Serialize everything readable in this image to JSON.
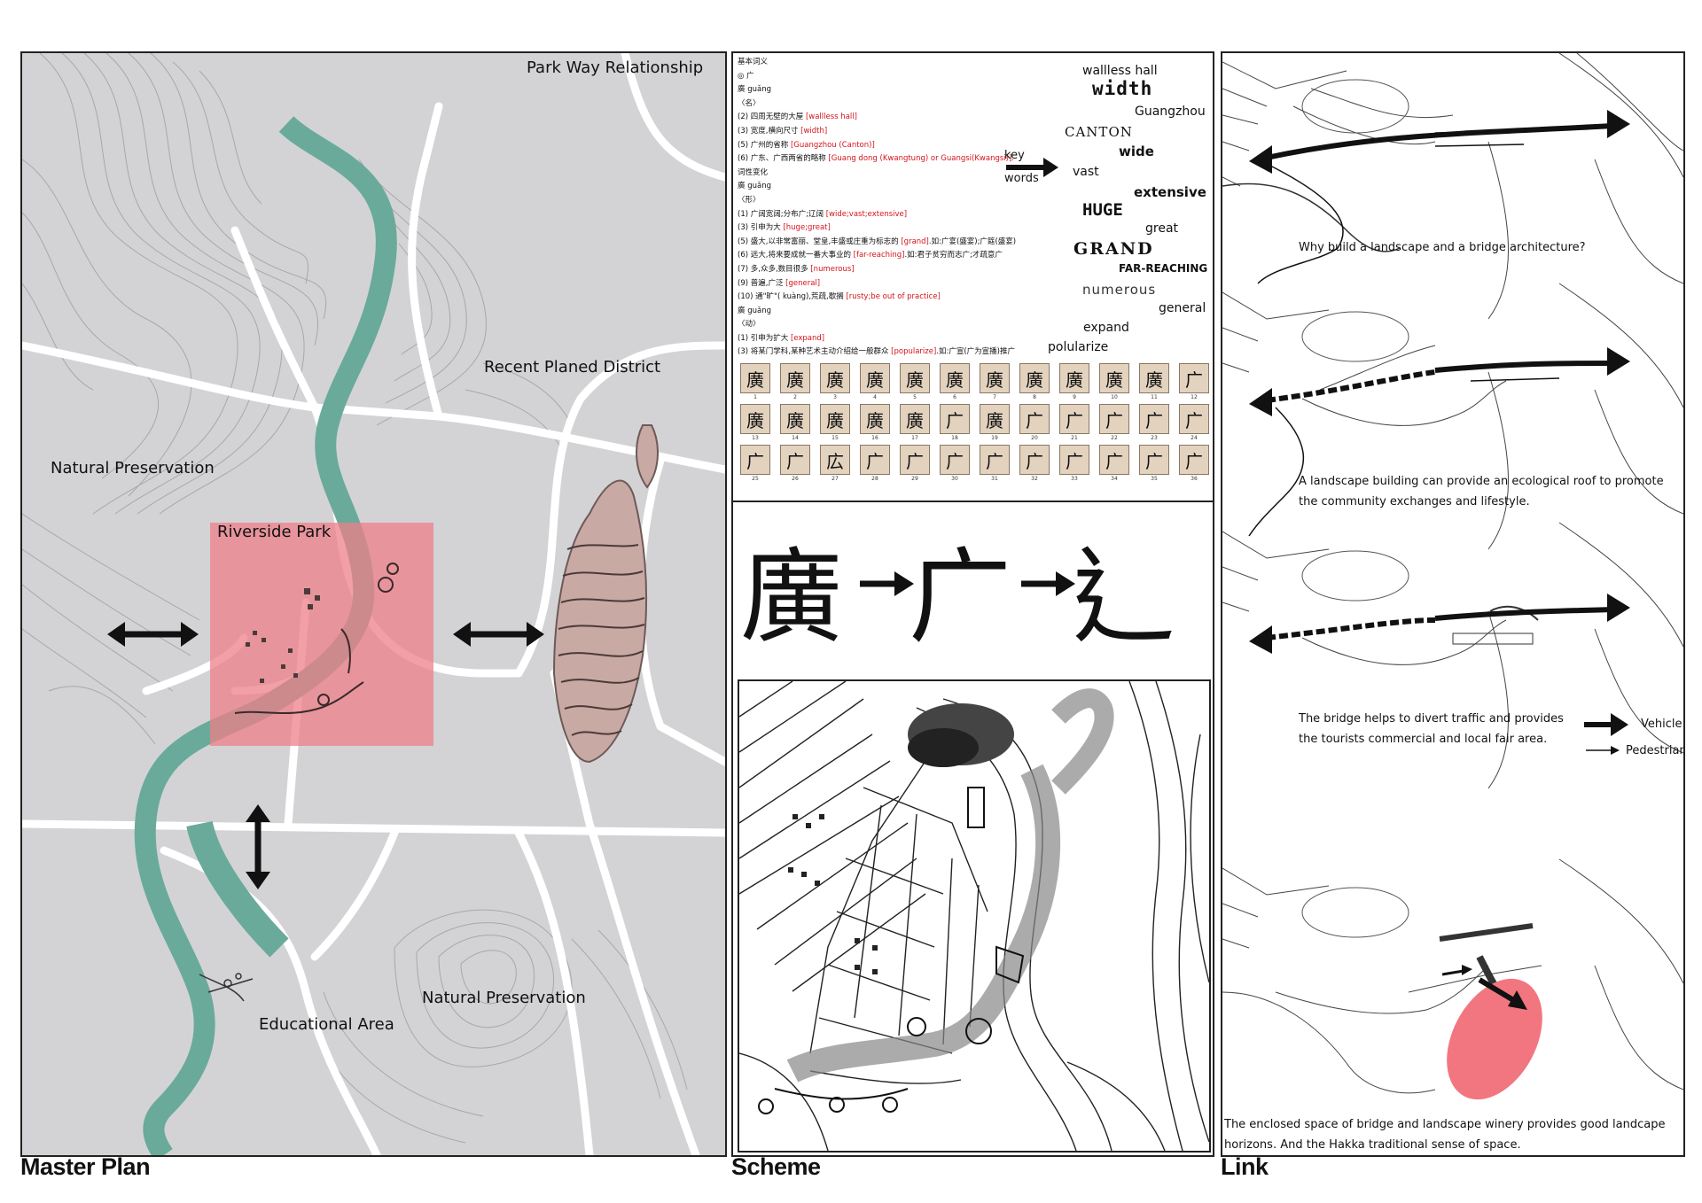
{
  "master_plan": {
    "caption": "Master Plan",
    "title": "Park Way Relationship",
    "labels": {
      "recent": "Recent Planed District",
      "natural_left": "Natural Preservation",
      "riverside": "Riverside Park",
      "educational": "Educational Area",
      "natural_bottom": "Natural Preservation"
    },
    "colors": {
      "river": "#6aaa9b",
      "land": "#d3d3d5",
      "road": "#ffffff",
      "highlight": "#ef7f88"
    }
  },
  "scheme": {
    "caption": "Scheme",
    "dictionary": [
      {
        "text": "基本词义"
      },
      {
        "text": "◎ 广"
      },
      {
        "text": "廣 guǎng"
      },
      {
        "text": "〈名〉"
      },
      {
        "text": "(2) 四周无壁的大屋 ",
        "en": "[wallless hall]"
      },
      {
        "text": "(3) 宽度,横向尺寸 ",
        "en": "[width]"
      },
      {
        "text": "(5) 广州的省称 ",
        "en": "[Guangzhou (Canton)]"
      },
      {
        "text": "(6) 广东、广西两省的略称 ",
        "en": "[Guang dong (Kwangtung) or Guangsi(Kwangsi)]."
      },
      {
        "text": "词性变化"
      },
      {
        "text": "廣 guǎng"
      },
      {
        "text": "〈形〉"
      },
      {
        "text": "(1) 广阔宽阔;分布广;辽阔 ",
        "en": "[wide;vast;extensive]"
      },
      {
        "text": "(3) 引申为大 ",
        "en": "[huge;great]"
      },
      {
        "text": "(5) 盛大,以非常富丽、堂皇,丰盛或庄重为标志的 ",
        "en": "[grand]",
        "tail": ".如:广宴(盛宴);广筵(盛宴)"
      },
      {
        "text": "(6) 远大,将来要成就一番大事业的 ",
        "en": "[far-reaching]",
        "tail": ".如:君子贫穷而志广;才疏意广"
      },
      {
        "text": "(7) 多,众多,数目很多 ",
        "en": "[numerous]"
      },
      {
        "text": "(9) 普遍,广泛 ",
        "en": "[general]"
      },
      {
        "text": "(10) 通\"旷\"( kuàng),荒疏,歇搁 ",
        "en": "[rusty;be out of practice]"
      },
      {
        "text": "廣 guǎng"
      },
      {
        "text": "〈动〉"
      },
      {
        "text": "(1) 引申为扩大 ",
        "en": "[expand]"
      },
      {
        "text": "(3) 将某门学科,某种艺术主动介绍给一般群众 ",
        "en": "[popularize]",
        "tail": ".如:广宣(广为宣播)推广"
      }
    ],
    "key_label": [
      "key",
      "words"
    ],
    "keywords": [
      "wallless hall",
      "width",
      "Guangzhou",
      "CANTON",
      "wide",
      "vast",
      "extensive",
      "HUGE",
      "great",
      "GRAND",
      "FAR-REACHING",
      "numerous",
      "general",
      "expand",
      "polularize"
    ],
    "tiles": {
      "chars": [
        "廣",
        "廣",
        "廣",
        "廣",
        "廣",
        "廣",
        "廣",
        "廣",
        "廣",
        "廣",
        "廣",
        "广",
        "廣",
        "廣",
        "廣",
        "廣",
        "廣",
        "广",
        "廣",
        "广",
        "广",
        "广",
        "广",
        "广",
        "广",
        "广",
        "広",
        "广",
        "广",
        "广",
        "广",
        "广",
        "广",
        "广",
        "广",
        "广"
      ],
      "numbers": [
        "1",
        "2",
        "3",
        "4",
        "5",
        "6",
        "7",
        "8",
        "9",
        "10",
        "11",
        "12",
        "13",
        "14",
        "15",
        "16",
        "17",
        "18",
        "19",
        "20",
        "21",
        "22",
        "23",
        "24",
        "25",
        "26",
        "27",
        "28",
        "29",
        "30",
        "31",
        "32",
        "33",
        "34",
        "35",
        "36"
      ]
    },
    "evolution": [
      "廣",
      "广",
      "⻎"
    ]
  },
  "link": {
    "caption": "Link",
    "notes": [
      {
        "lines": [
          "Why build a landscape and a bridge architecture?"
        ]
      },
      {
        "lines": [
          "A landscape building can provide an ecological roof to promote",
          "the community exchanges and lifestyle."
        ]
      },
      {
        "lines": [
          "The bridge helps to divert traffic and provides",
          "the tourists commercial and local fair area."
        ]
      },
      {
        "lines": [
          "The enclosed space of bridge and landscape winery provides good landcape",
          "horizons. And the Hakka traditional sense of space."
        ]
      }
    ],
    "legend": {
      "vehicle": "Vehicle",
      "pedestrian": "Pedestrian"
    },
    "colors": {
      "accent": "#f2767f"
    }
  }
}
